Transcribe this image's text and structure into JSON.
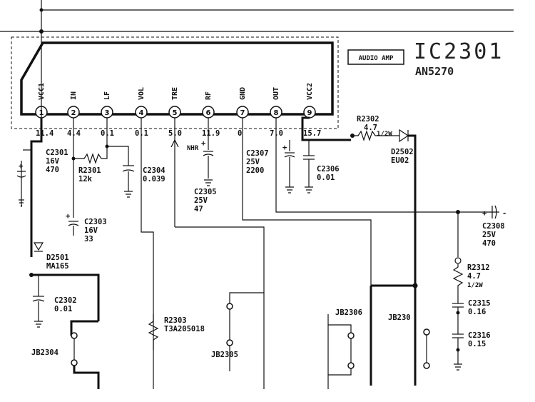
{
  "ic": {
    "name": "IC2301",
    "part": "AN5270",
    "function_tag": "AUDIO AMP",
    "pins": [
      {
        "num": "1",
        "name": "VCC1",
        "voltage": "11.4"
      },
      {
        "num": "2",
        "name": "IN",
        "voltage": "4.4"
      },
      {
        "num": "3",
        "name": "LF",
        "voltage": "0.1"
      },
      {
        "num": "4",
        "name": "VOL",
        "voltage": "0.1"
      },
      {
        "num": "5",
        "name": "TRE",
        "voltage": "5.0"
      },
      {
        "num": "6",
        "name": "RF",
        "voltage": "11.9"
      },
      {
        "num": "7",
        "name": "GND",
        "voltage": "0"
      },
      {
        "num": "8",
        "name": "OUT",
        "voltage": "7.0"
      },
      {
        "num": "9",
        "name": "VCC2",
        "voltage": "15.7"
      }
    ]
  },
  "components": {
    "c2301": [
      "C2301",
      "16V",
      "470"
    ],
    "r2301": [
      "R2301",
      "12k"
    ],
    "c2304": [
      "C2304",
      "0.039"
    ],
    "c2305": [
      "C2305",
      "25V",
      "47"
    ],
    "c2307": [
      "C2307",
      "25V",
      "2200"
    ],
    "c2306": [
      "C2306",
      "0.01"
    ],
    "r2302": [
      "R2302",
      "4.7",
      "1/2W"
    ],
    "d2502": [
      "D2502",
      "EU02"
    ],
    "c2303": [
      "C2303",
      "16V",
      "33"
    ],
    "c2308": [
      "C2308",
      "25V",
      "470"
    ],
    "d2501": [
      "D2501",
      "MA165"
    ],
    "c2302": [
      "C2302",
      "0.01"
    ],
    "r2312": [
      "R2312",
      "4.7",
      "1/2W"
    ],
    "c2315": [
      "C2315",
      "0.16"
    ],
    "c2316": [
      "C2316",
      "0.15"
    ],
    "r2303": [
      "R2303",
      "T3A205018"
    ],
    "jb2304": "JB2304",
    "jb2305": "JB2305",
    "jb2306": "JB2306",
    "jb2307": "JB230"
  },
  "marks": {
    "nhr": "NHR",
    "plus": "+",
    "minus": "-"
  }
}
